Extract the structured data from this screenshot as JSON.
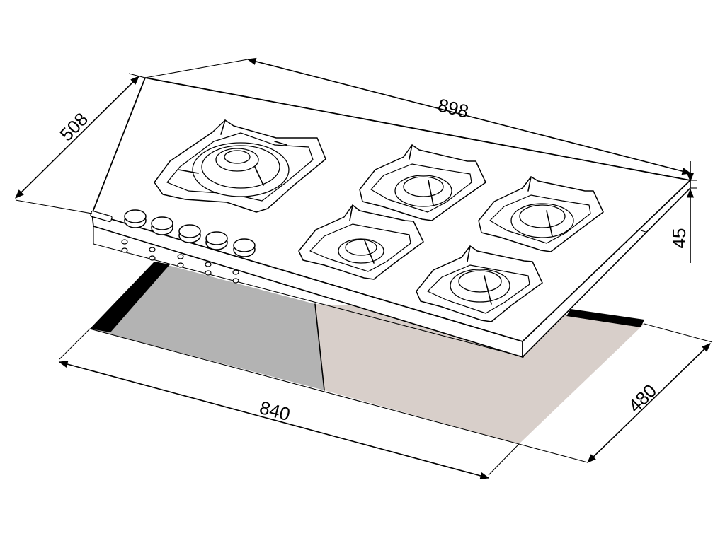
{
  "dimensions": {
    "width_top": "898",
    "depth_top": "508",
    "height": "45",
    "cutout_width": "840",
    "cutout_depth": "480"
  },
  "colors": {
    "line": "#000000",
    "cutout_left": "#b3b3b3",
    "cutout_right": "#d8cfca",
    "background": "#ffffff"
  },
  "cooktop": {
    "burner_count": 5,
    "knob_count": 5
  }
}
